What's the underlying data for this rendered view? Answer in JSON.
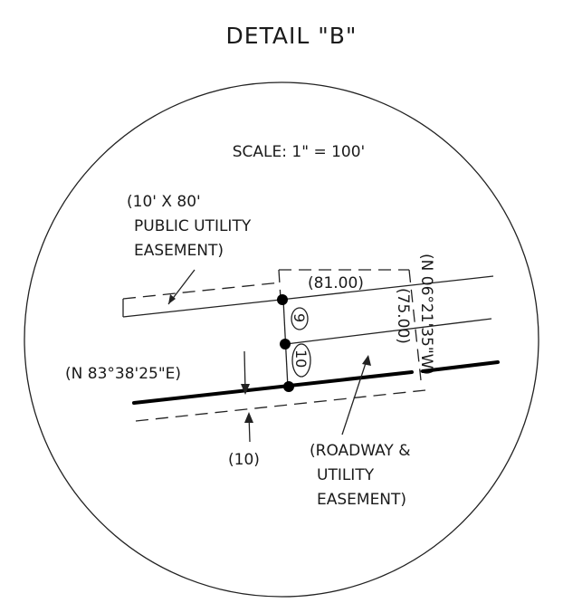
{
  "detail": {
    "title": "DETAIL \"B\"",
    "scale": "SCALE:  1\"  =  100'"
  },
  "labels": {
    "easement_public_line1": "(10' X 80'",
    "easement_public_line2": "PUBLIC UTILITY",
    "easement_public_line3": "EASEMENT)",
    "dimension_81": "(81.00)",
    "bearing_vertical": "(N 06°21'35\"W)",
    "dimension_75": "(75.00)",
    "lot_9": "9",
    "lot_10": "10",
    "bearing_horizontal": "(N 83°38'25\"E)",
    "dimension_10": "(10)",
    "roadway_line1": "(ROADWAY &",
    "roadway_line2": "UTILITY",
    "roadway_line3": "EASEMENT)"
  }
}
